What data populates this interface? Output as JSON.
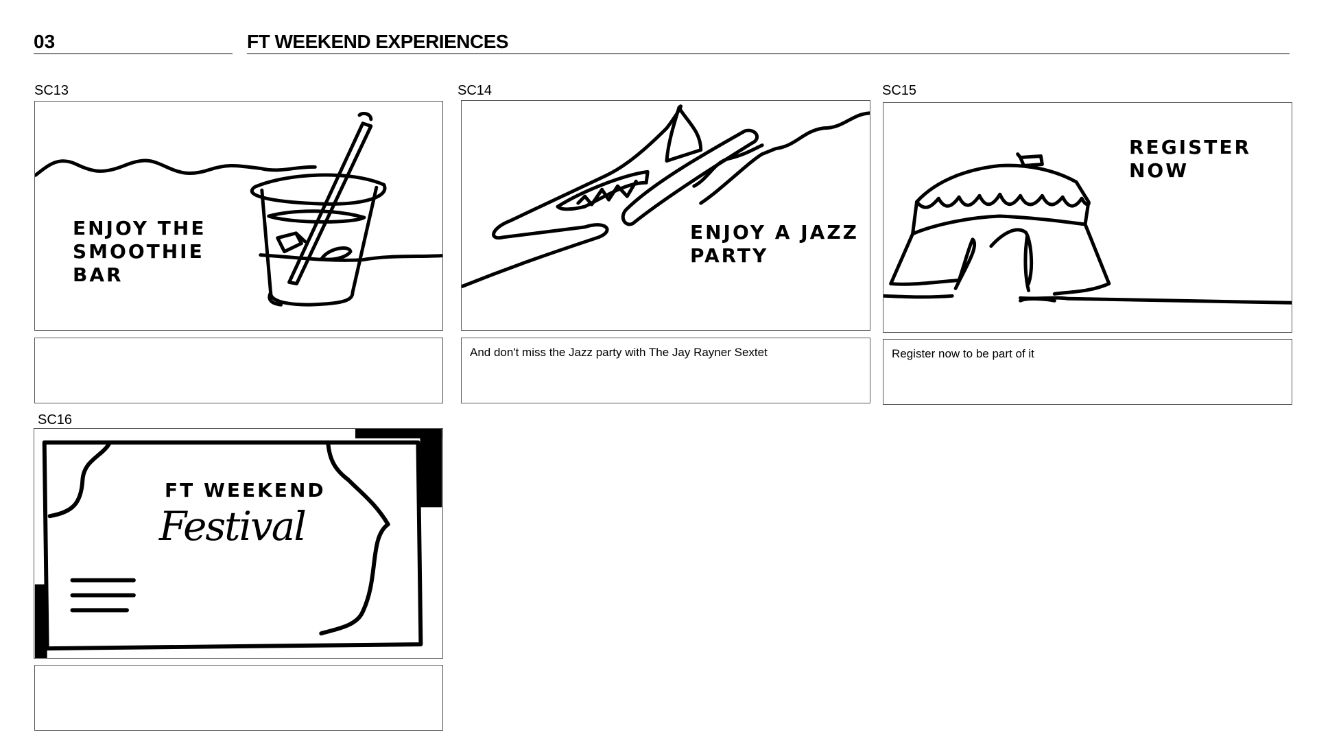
{
  "header": {
    "number": "03",
    "title": "FT WEEKEND EXPERIENCES"
  },
  "scenes": [
    {
      "id": "SC13",
      "frame_text": "ENJOY THE\nSMOOTHIE\nBAR",
      "caption": ""
    },
    {
      "id": "SC14",
      "frame_text": "ENJOY A JAZZ\nPARTY",
      "caption": "And don't miss the Jazz party with The Jay Rayner Sextet"
    },
    {
      "id": "SC15",
      "frame_text": "REGISTER\nNOW",
      "caption": "Register now to be part of it"
    },
    {
      "id": "SC16",
      "frame_text": "FT WEEKEND",
      "frame_script": "Festival",
      "caption": ""
    }
  ]
}
